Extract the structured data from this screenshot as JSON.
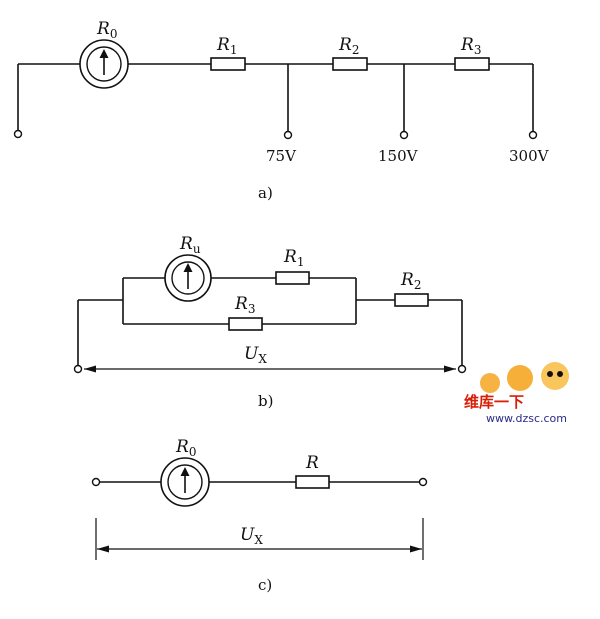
{
  "diagram_a": {
    "meter_label": "R",
    "meter_sub": "0",
    "resistors": [
      {
        "name": "R",
        "sub": "1"
      },
      {
        "name": "R",
        "sub": "2"
      },
      {
        "name": "R",
        "sub": "3"
      }
    ],
    "taps": [
      "75V",
      "150V",
      "300V"
    ],
    "caption": "a)"
  },
  "diagram_b": {
    "meter_label": "R",
    "meter_sub": "u",
    "r1_name": "R",
    "r1_sub": "1",
    "r2_name": "R",
    "r2_sub": "2",
    "r3_name": "R",
    "r3_sub": "3",
    "voltage_name": "U",
    "voltage_sub": "X",
    "caption": "b)"
  },
  "diagram_c": {
    "meter_label": "R",
    "meter_sub": "0",
    "r_name": "R",
    "voltage_name": "U",
    "voltage_sub": "X",
    "caption": "c)"
  },
  "watermark": {
    "line1": "维库一下",
    "line2": "www.dzsc.com",
    "colors": {
      "red": "#d81e06",
      "orange": "#f5a623"
    }
  }
}
